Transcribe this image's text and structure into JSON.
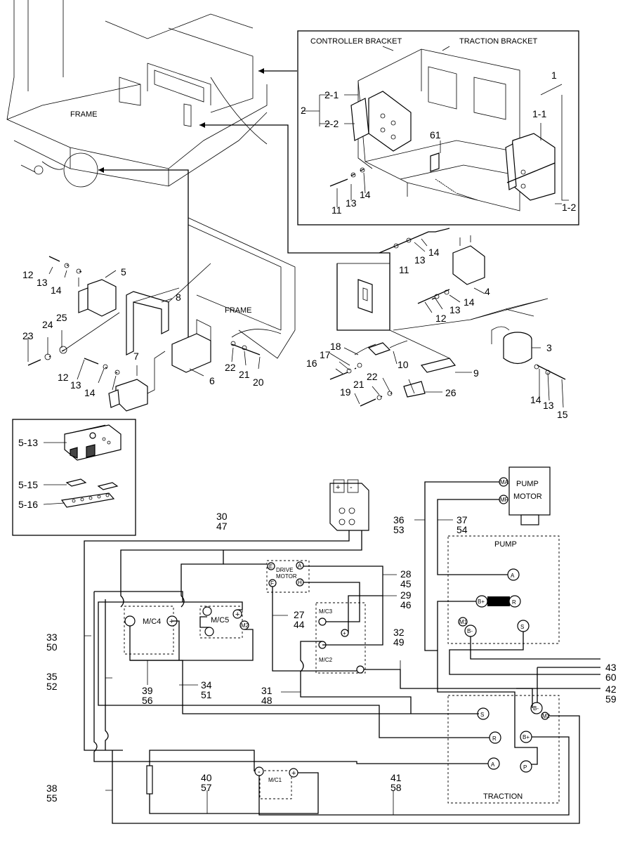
{
  "upper": {
    "frame_label_1": "FRAME",
    "frame_label_2": "FRAME",
    "controller_bracket": "CONTROLLER BRACKET",
    "traction_bracket": "TRACTION BRACKET",
    "parts": {
      "p1": "1",
      "p1_1": "1-1",
      "p1_2": "1-2",
      "p2": "2",
      "p2_1": "2-1",
      "p2_2": "2-2",
      "p61": "61",
      "p11a": "11",
      "p13a": "13",
      "p14a": "14",
      "p14b": "14",
      "p13b": "13",
      "p11b": "11",
      "p4": "4",
      "p14c": "14",
      "p13c": "13",
      "p12c": "12",
      "p3": "3",
      "p14d": "14",
      "p13d": "13",
      "p15": "15",
      "p12a": "12",
      "p13e": "13",
      "p14e": "14",
      "p5": "5",
      "p8": "8",
      "p23": "23",
      "p24": "24",
      "p25": "25",
      "p12b": "12",
      "p13f": "13",
      "p14f": "14",
      "p7": "7",
      "p6": "6",
      "p22a": "22",
      "p21a": "21",
      "p20": "20",
      "p18": "18",
      "p17": "17",
      "p16": "16",
      "p10": "10",
      "p22b": "22",
      "p21b": "21",
      "p19": "19",
      "p9": "9",
      "p26": "26"
    }
  },
  "inset": {
    "p5_13": "5-13",
    "p5_15": "5-15",
    "p5_16": "5-16"
  },
  "wiring": {
    "pump_motor": "PUMP\nMOTOR",
    "pump_motor_l1": "PUMP",
    "pump_motor_l2": "MOTOR",
    "pump": "PUMP",
    "traction": "TRACTION",
    "drive_motor_l1": "DRIVE",
    "drive_motor_l2": "MOTOR",
    "mc4": "M/C4",
    "mc5": "M/C5",
    "mc3": "M/C3",
    "mc2": "M/C2",
    "mc1": "M/C1",
    "terminals": {
      "A": "A",
      "R": "R",
      "S": "S",
      "P": "P",
      "Bplus": "B+",
      "Bminus": "B-",
      "E": "E",
      "F": "F",
      "H": "H",
      "plus": "+",
      "minus": "-",
      "ma": "MA",
      "mf": "MF",
      "m1": "M1",
      "m2": "M2"
    },
    "wires": {
      "w30": "30",
      "w47": "47",
      "w28": "28",
      "w45": "45",
      "w29": "29",
      "w46": "46",
      "w27": "27",
      "w44": "44",
      "w36": "36",
      "w53": "53",
      "w37": "37",
      "w54": "54",
      "w32": "32",
      "w49": "49",
      "w33": "33",
      "w50": "50",
      "w35": "35",
      "w52": "52",
      "w39": "39",
      "w56": "56",
      "w34": "34",
      "w51": "51",
      "w31": "31",
      "w48": "48",
      "w43": "43",
      "w60": "60",
      "w42": "42",
      "w59": "59",
      "w38": "38",
      "w55": "55",
      "w40": "40",
      "w57": "57",
      "w41": "41",
      "w58": "58"
    }
  }
}
